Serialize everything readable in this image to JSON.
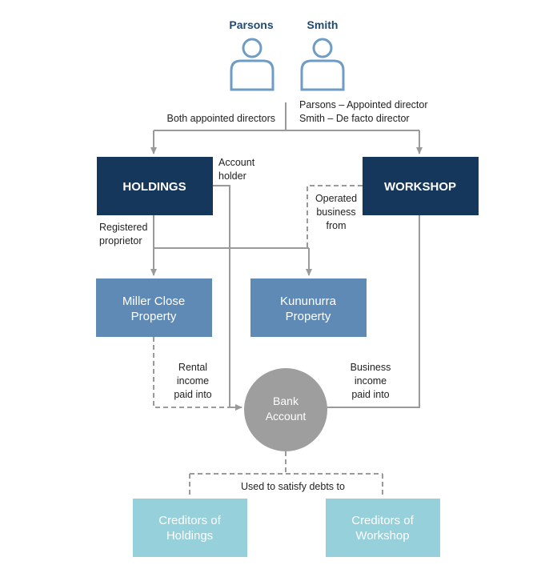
{
  "people": {
    "parsons": "Parsons",
    "smith": "Smith",
    "roles": [
      "Parsons – Appointed director",
      "Smith – De facto director"
    ],
    "both_label": "Both appointed directors"
  },
  "entities": {
    "holdings": "HOLDINGS",
    "workshop": "WORKSHOP"
  },
  "properties": {
    "miller": [
      "Miller Close",
      "Property"
    ],
    "kununurra": [
      "Kununurra",
      "Property"
    ]
  },
  "bank": [
    "Bank",
    "Account"
  ],
  "creditors": {
    "holdings": [
      "Creditors of",
      "Holdings"
    ],
    "workshop": [
      "Creditors of",
      "Workshop"
    ]
  },
  "edge_labels": {
    "account_holder": [
      "Account",
      "holder"
    ],
    "registered_proprietor": [
      "Registered",
      "proprietor"
    ],
    "operated_business": [
      "Operated",
      "business",
      "from"
    ],
    "rental_income": [
      "Rental",
      "income",
      "paid into"
    ],
    "business_income": [
      "Business",
      "income",
      "paid into"
    ],
    "used_to_satisfy": "Used to satisfy debts to"
  },
  "colors": {
    "dark_box": "#16375c",
    "mid_box": "#5e8ab5",
    "light_box": "#96d0da",
    "circle": "#9e9e9e",
    "person_icon": "#6e9cc6",
    "connector": "#9a9a9a"
  }
}
